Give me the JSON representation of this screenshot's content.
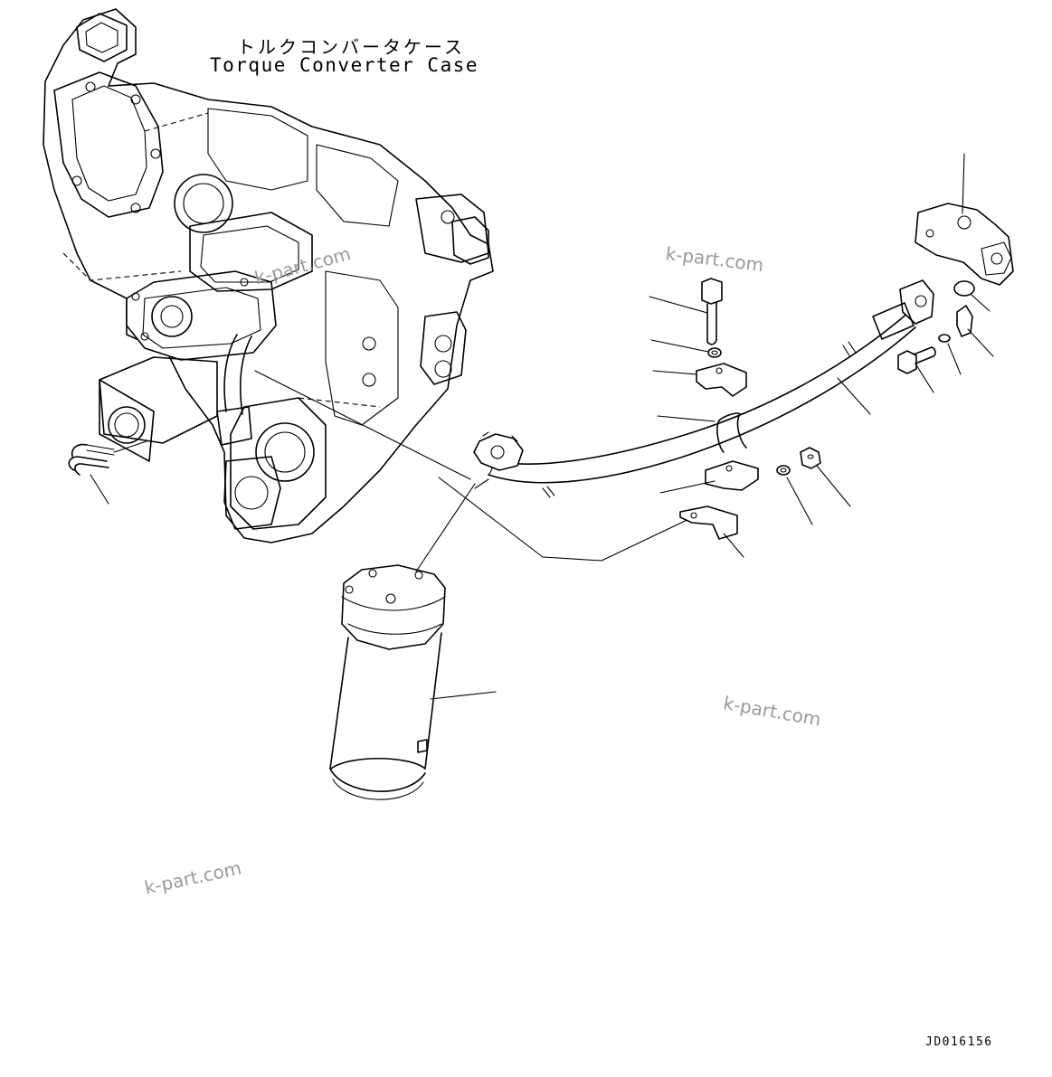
{
  "caption": {
    "japanese": "トルクコンバータケース",
    "english": "Torque Converter Case"
  },
  "watermarks": [
    "k-part.com",
    "k-part.com",
    "k-part.com",
    "k-part.com"
  ],
  "drawing_code": "JD016156"
}
